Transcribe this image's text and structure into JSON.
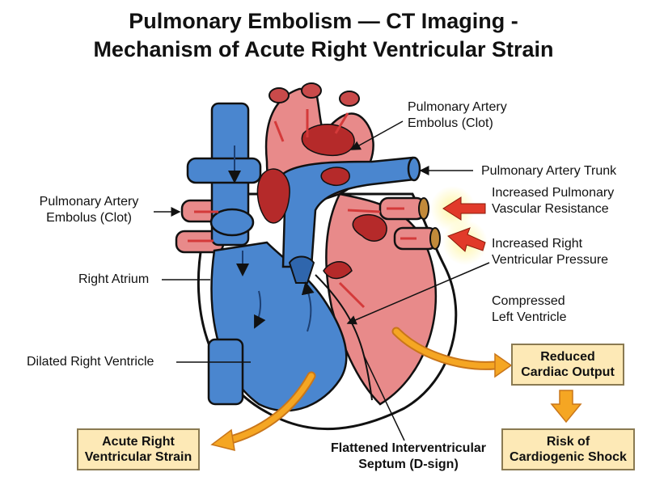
{
  "title": {
    "line1": "Pulmonary Embolism — CT Imaging -",
    "line2": "Mechanism of Acute Right Ventricular Strain"
  },
  "labels": {
    "pa_embolus_top_1": "Pulmonary Artery",
    "pa_embolus_top_2": "Embolus (Clot)",
    "pa_trunk": "Pulmonary Artery Trunk",
    "pa_embolus_left_1": "Pulmonary Artery",
    "pa_embolus_left_2": "Embolus (Clot)",
    "inc_pvr_1": "Increased Pulmonary",
    "inc_pvr_2": "Vascular Resistance",
    "inc_rvp_1": "Increased Right",
    "inc_rvp_2": "Ventricular Pressure",
    "right_atrium": "Right Atrium",
    "compressed_lv_1": "Compressed",
    "compressed_lv_2": "Left Ventricle",
    "dilated_rv": "Dilated Right Ventricle",
    "septum_1": "Flattened Interventricular",
    "septum_2": "Septum (D-sign)"
  },
  "boxes": {
    "reduced_co_1": "Reduced",
    "reduced_co_2": "Cardiac Output",
    "rv_strain_1": "Acute Right",
    "rv_strain_2": "Ventricular Strain",
    "shock_1": "Risk of",
    "shock_2": "Cardiogenic Shock"
  },
  "colors": {
    "blue": "#4a86cf",
    "red": "#e88a8a",
    "dark_red": "#b52a2a",
    "box_fill": "#fde9b6",
    "arrow_orange": "#f5a623"
  }
}
